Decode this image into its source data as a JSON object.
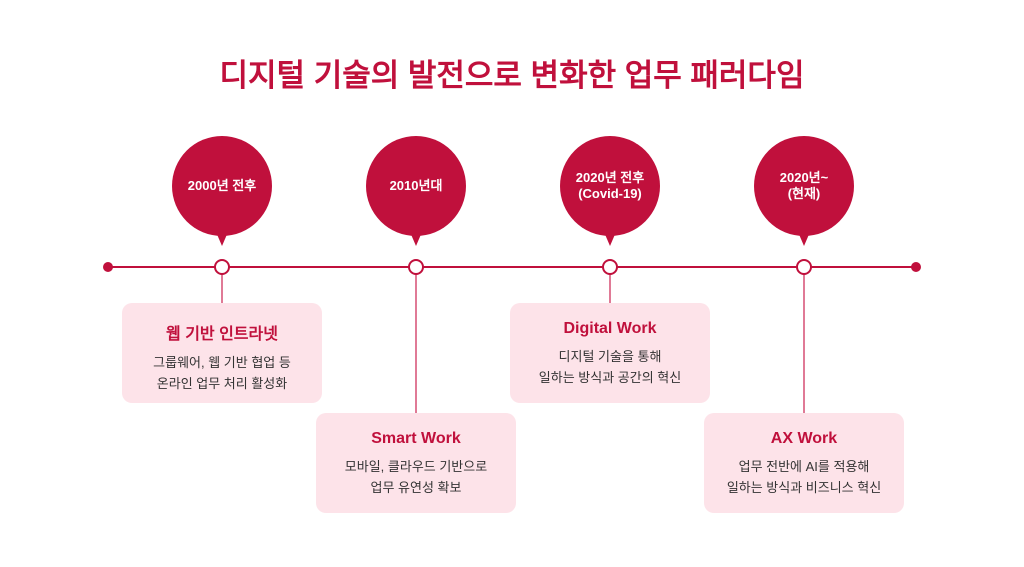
{
  "title": "디지털 기술의 발전으로 변화한 업무 패러다임",
  "periods": [
    {
      "label": "2000년 전후",
      "heading": "웹 기반 인트라넷",
      "desc1": "그룹웨어, 웹 기반 협업 등",
      "desc2": "온라인 업무 처리 활성화"
    },
    {
      "label": "2010년대",
      "heading": "Smart Work",
      "desc1": "모바일, 클라우드 기반으로",
      "desc2": "업무 유연성 확보"
    },
    {
      "label": "2020년 전후\n(Covid-19)",
      "heading": "Digital Work",
      "desc1": "디지털 기술을 통해",
      "desc2": "일하는 방식과 공간의 혁신"
    },
    {
      "label": "2020년~\n(현재)",
      "heading": "AX Work",
      "desc1": "업무 전반에 AI를 적용해",
      "desc2": "일하는 방식과 비즈니스 혁신"
    }
  ],
  "colors": {
    "accent": "#c0103c",
    "card": "#fde3e9"
  }
}
